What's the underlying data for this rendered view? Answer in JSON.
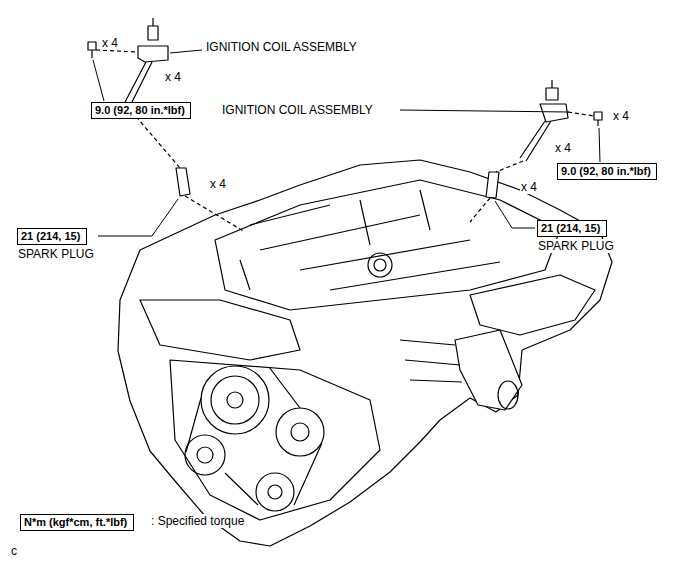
{
  "diagram": {
    "nodes": [
      {
        "text": [
          "9.0 (92, 80 in.*lbf)"
        ]
      },
      {
        "text": [
          "9.0 (92, 80 in.*lbf)"
        ]
      },
      {
        "text": [
          "21 (214, 15)"
        ]
      },
      {
        "text": [
          "21 (214, 15)"
        ]
      },
      {
        "text": [
          "N*m (kgf*cm, ft.*lbf)"
        ]
      }
    ],
    "labels": [
      "IGNITION COIL ASSEMBLY",
      "x 4",
      "x 4",
      "x 4",
      "IGNITION COIL ASSEMBLY",
      "x 4",
      "x 4",
      "x 4",
      "SPARK PLUG",
      "SPARK PLUG",
      ": Specified torque",
      "c"
    ]
  }
}
